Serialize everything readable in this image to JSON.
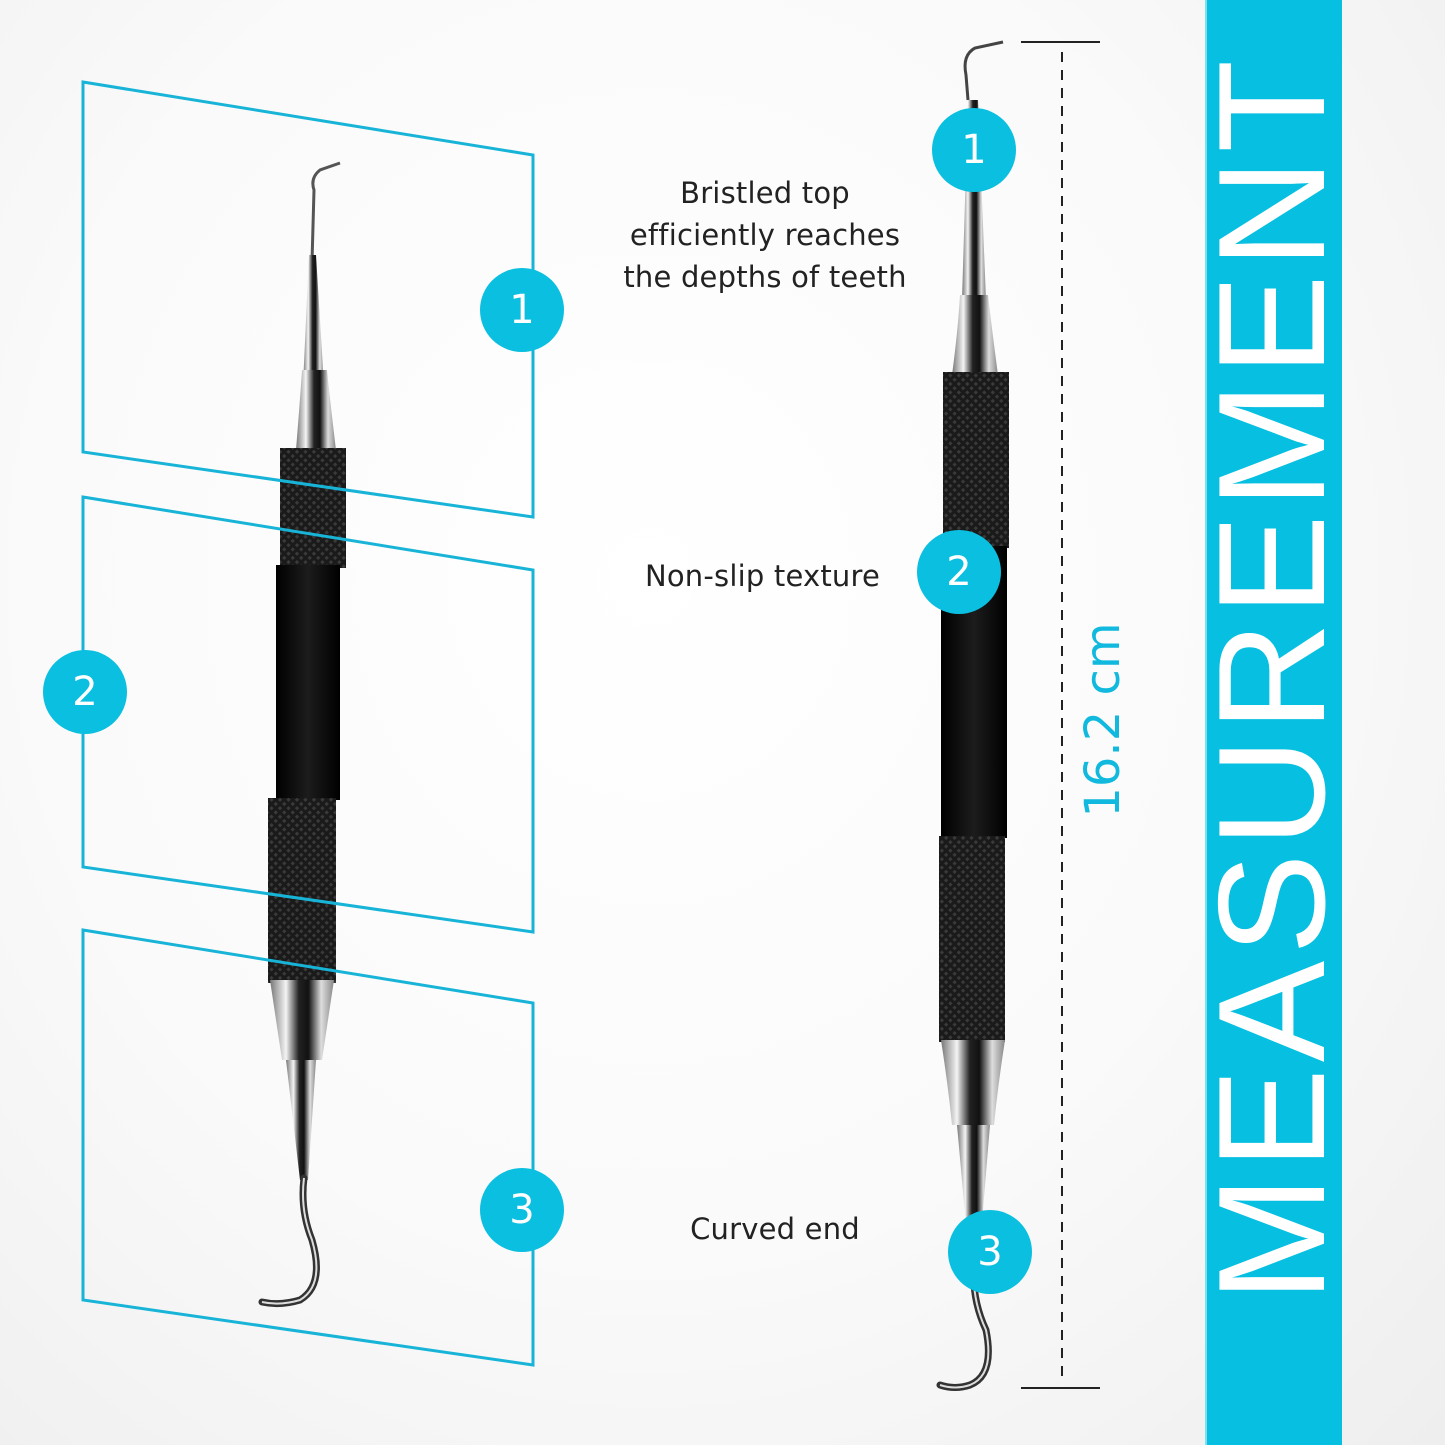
{
  "banner": {
    "title": "MEASUREMENT",
    "color": "#06bfe1"
  },
  "measurement": {
    "length_label": "16.2 cm"
  },
  "features": [
    {
      "number": "1",
      "caption_lines": [
        "Bristled top",
        "efficiently reaches",
        "the depths of teeth"
      ]
    },
    {
      "number": "2",
      "caption_lines": [
        "Non-slip texture"
      ]
    },
    {
      "number": "3",
      "caption_lines": [
        "Curved end"
      ]
    }
  ],
  "detail_panels": [
    {
      "number": "1",
      "content": "bristled-tip-closeup"
    },
    {
      "number": "2",
      "content": "non-slip-handle-closeup"
    },
    {
      "number": "3",
      "content": "curved-hook-closeup"
    }
  ],
  "colors": {
    "accent": "#0bbfe0",
    "text": "#222222",
    "handle": "#111111",
    "steel": "#c8c8c8"
  }
}
